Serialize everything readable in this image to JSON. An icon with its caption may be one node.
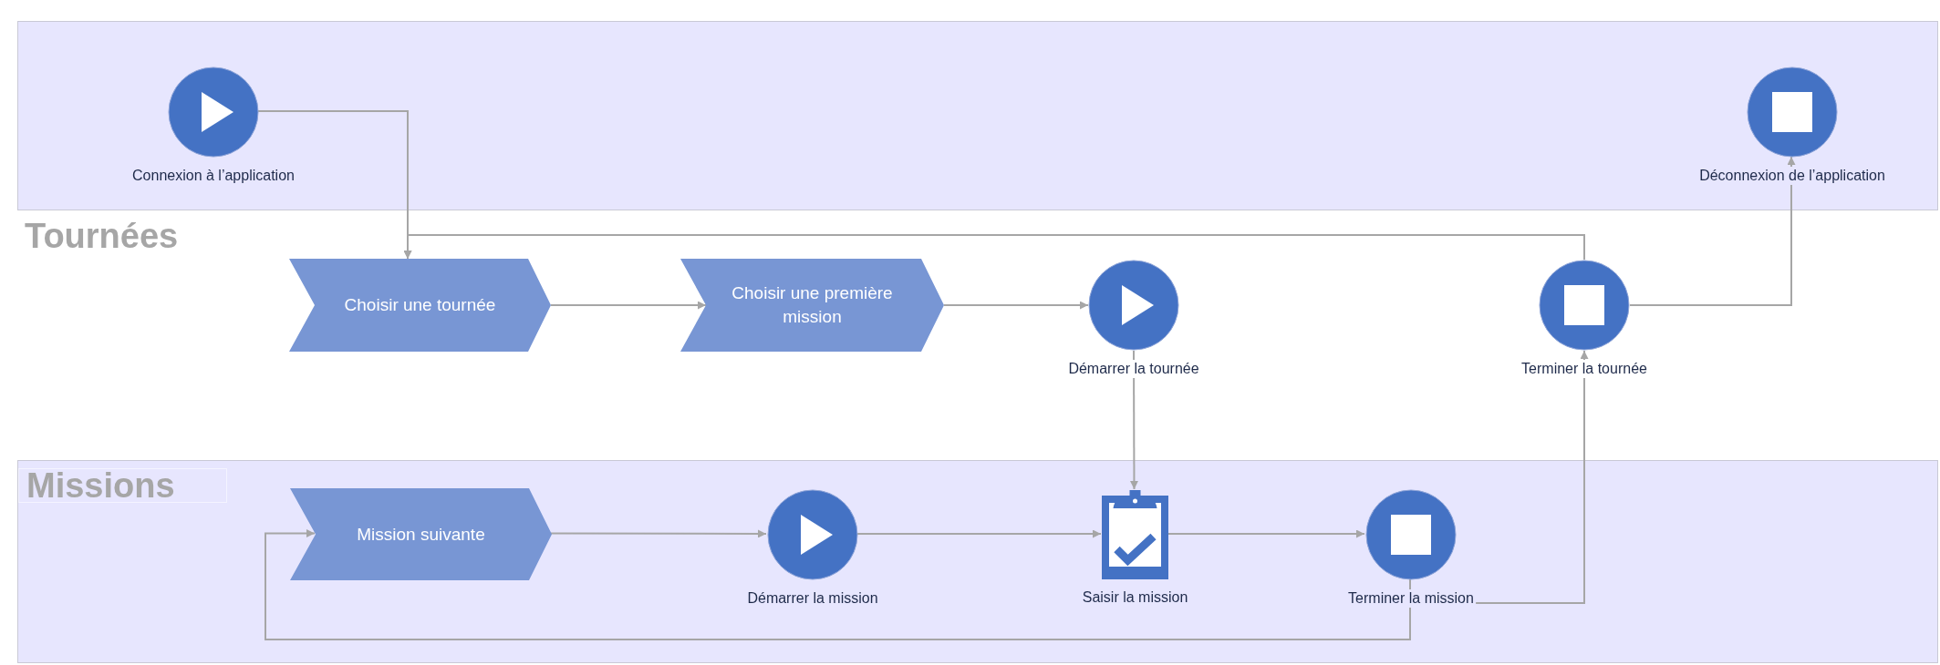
{
  "diagram": {
    "nodes": [
      {
        "text": [],
        "shape": "band"
      },
      {
        "text": [],
        "shape": "circle",
        "beside": [
          "Connexion à l’application"
        ],
        "in": 0
      },
      {
        "text": [],
        "shape": "circle",
        "beside": [
          "Déconnexion de l’application"
        ],
        "in": 0
      },
      {
        "text": [
          "Choisir une tournée"
        ]
      },
      {
        "text": [
          "Choisir une première mission"
        ]
      },
      {
        "text": [],
        "shape": "circle",
        "beside": [
          "Démarrer la tournée"
        ]
      },
      {
        "text": [],
        "shape": "circle",
        "beside": [
          "Terminer la tournée"
        ]
      },
      {
        "text": [
          "Missions"
        ]
      },
      {
        "text": [
          "Mission suivante"
        ],
        "in": 7
      },
      {
        "text": [],
        "shape": "circle",
        "beside": [
          "Démarrer la mission"
        ],
        "in": 7
      },
      {
        "text": [],
        "shape": "clipboard",
        "beside": [
          "Saisir la mission"
        ],
        "in": 7
      },
      {
        "text": [],
        "shape": "circle",
        "beside": [
          "Terminer la mission"
        ],
        "in": 7
      }
    ],
    "edges": [
      {
        "from": 1,
        "to": 3,
        "arrow": "to"
      },
      {
        "from": 3,
        "to": 4,
        "arrow": "to"
      },
      {
        "from": 4,
        "to": 5,
        "arrow": "to"
      },
      {
        "from": 5,
        "to": 10,
        "arrow": "to"
      },
      {
        "from": 6,
        "to": 3,
        "arrow": "to"
      },
      {
        "from": 6,
        "to": 2,
        "arrow": "to"
      },
      {
        "from": 8,
        "to": 9,
        "arrow": "to"
      },
      {
        "from": 9,
        "to": 10,
        "arrow": "to"
      },
      {
        "from": 10,
        "to": 11,
        "arrow": "to"
      },
      {
        "from": 11,
        "to": 8,
        "arrow": "to"
      },
      {
        "from": 11,
        "to": 6,
        "arrow": "to"
      }
    ],
    "labels": [
      "Tournées"
    ]
  }
}
